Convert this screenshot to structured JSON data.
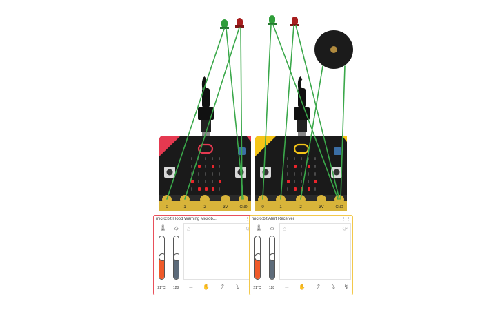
{
  "panels": {
    "left": {
      "title": "micro:bit Flood Warning Microb...",
      "temperature_label": "21°C",
      "temperature_level": 0.5,
      "light_label": "128",
      "light_level": 0.5,
      "accent": "#e8505b"
    },
    "right": {
      "title": "micro:bit Alert Receiver",
      "temperature_label": "21°C",
      "temperature_level": 0.5,
      "light_label": "128",
      "light_level": 0.5,
      "accent": "#f2c84b"
    }
  },
  "board_labels": {
    "pin0": "0",
    "pin1": "1",
    "pin2": "2",
    "pin3v": "3V",
    "pinGnd": "GND"
  },
  "icons": {
    "temperature": "thermometer-icon",
    "light": "sun-icon",
    "home": "home-icon",
    "shake": "shake-icon",
    "gestures": [
      "shake-gesture-icon",
      "tilt-gesture-icon",
      "tilt-left-gesture-icon",
      "tilt-right-gesture-icon",
      "screen-down-gesture-icon"
    ]
  },
  "colors": {
    "wire": "#3aa84a",
    "led_green": "#2f9e3a",
    "led_red": "#a71e1e",
    "board": "#1a1a1a",
    "left_accent": "#e53950",
    "right_accent": "#f5c518",
    "gold_pad": "#d8b43a",
    "display_led": "#e8252c"
  },
  "display": {
    "left_pattern": [
      [
        0,
        0,
        0,
        0,
        0
      ],
      [
        0,
        1,
        0,
        1,
        0
      ],
      [
        0,
        0,
        0,
        0,
        0
      ],
      [
        1,
        0,
        0,
        0,
        1
      ],
      [
        0,
        1,
        1,
        1,
        0
      ]
    ],
    "right_pattern": [
      [
        0,
        0,
        0,
        0,
        0
      ],
      [
        0,
        1,
        0,
        1,
        0
      ],
      [
        0,
        0,
        0,
        0,
        0
      ],
      [
        1,
        0,
        0,
        0,
        1
      ],
      [
        0,
        1,
        1,
        1,
        0
      ]
    ]
  }
}
